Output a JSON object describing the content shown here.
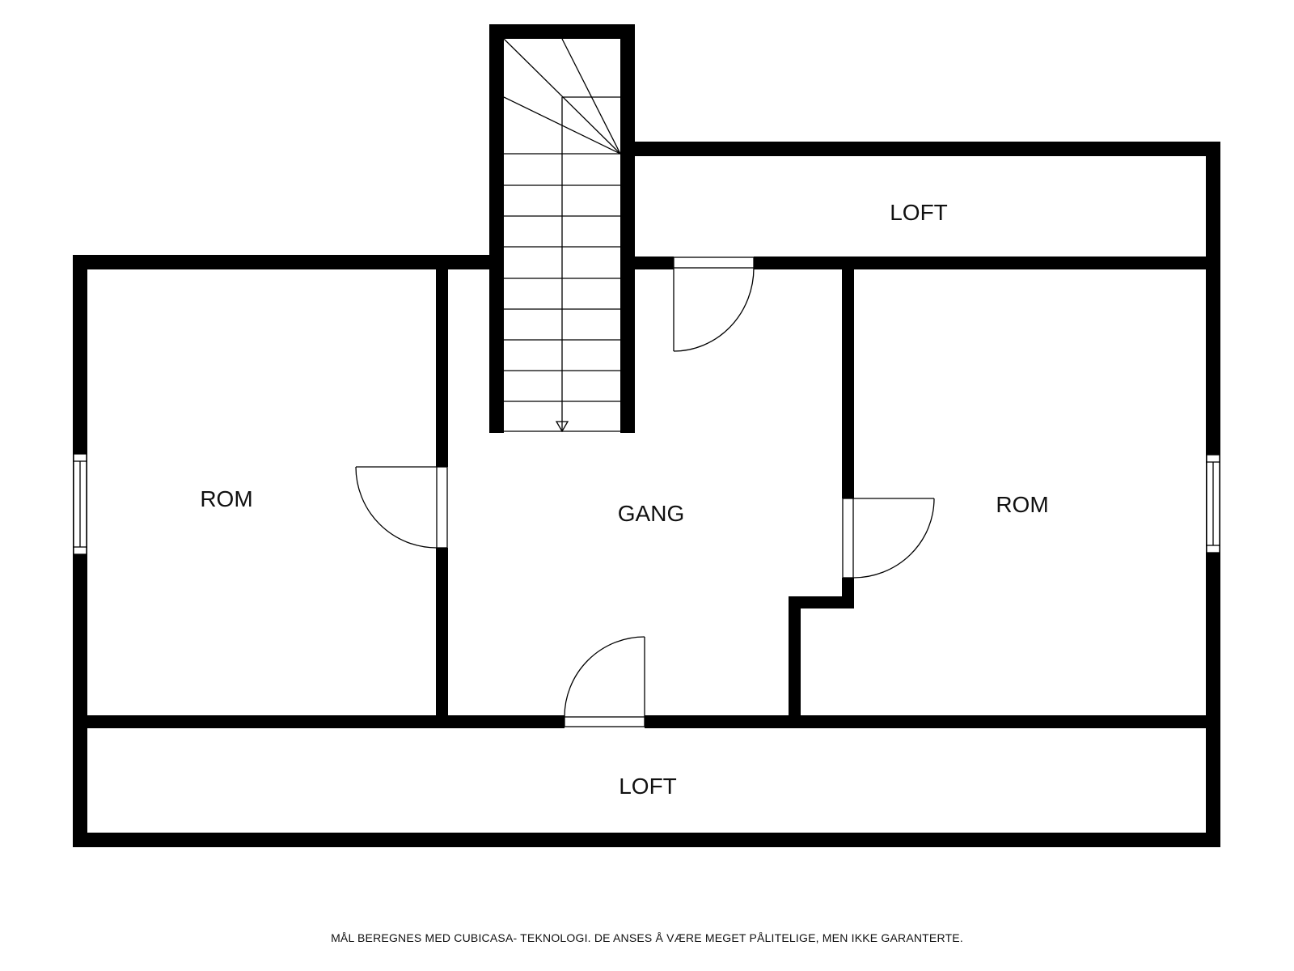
{
  "rooms": {
    "loft_top": "LOFT",
    "rom_left": "ROM",
    "gang": "GANG",
    "rom_right": "ROM",
    "loft_bottom": "LOFT"
  },
  "footer": {
    "disclaimer": "MÅL BEREGNES MED CUBICASA- TEKNOLOGI. DE ANSES Å VÆRE MEGET PÅLITELIGE, MEN IKKE GARANTERTE."
  },
  "colors": {
    "wall": "#000000",
    "background": "#ffffff"
  }
}
